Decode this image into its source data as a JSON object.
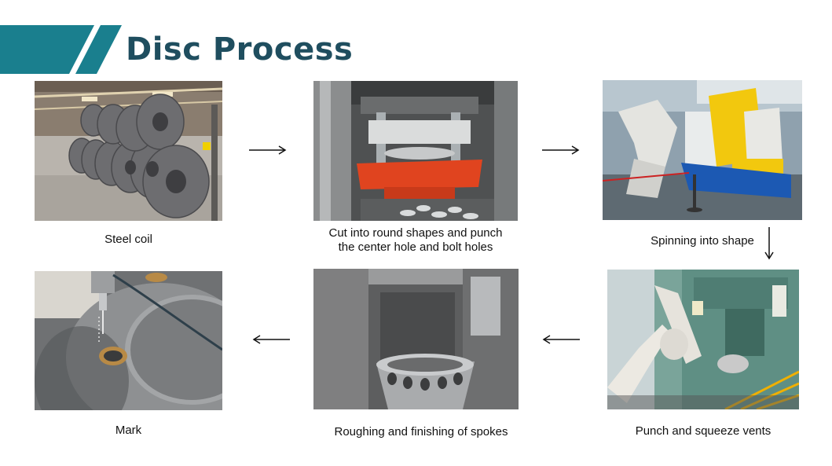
{
  "title": "Disc Process",
  "colors": {
    "accent": "#1a7f8e",
    "title": "#1f4e5f"
  },
  "steps": [
    {
      "caption": "Steel coil",
      "image": "steel-coils-photo"
    },
    {
      "caption_line1": "Cut into round shapes and punch",
      "caption_line2": "the center hole and bolt holes",
      "image": "punch-press-photo"
    },
    {
      "caption": "Spinning into shape",
      "image": "spinning-machine-photo"
    },
    {
      "caption": "Punch and squeeze vents",
      "image": "robot-press-photo"
    },
    {
      "caption": "Roughing and finishing of spokes",
      "image": "machining-disc-photo"
    },
    {
      "caption": "Mark",
      "image": "marking-photo"
    }
  ]
}
